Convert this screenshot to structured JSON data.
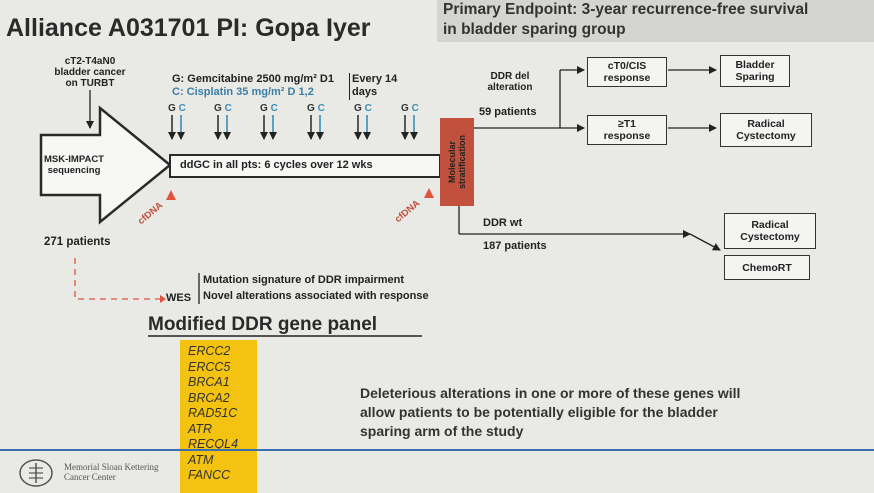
{
  "title": "Alliance A031701 PI: Gopa Iyer",
  "endpoint": {
    "line1": "Primary Endpoint: 3-year recurrence-free survival",
    "line2": "in bladder sparing group"
  },
  "diagram": {
    "eligibility": [
      "cT2-T4aN0",
      "bladder cancer",
      "on TURBT"
    ],
    "msk_impact": [
      "MSK-IMPACT",
      "sequencing"
    ],
    "patients_total": "271 patients",
    "regimen": {
      "g_line": "G: Gemcitabine 2500 mg/m² D1",
      "c_line": "C: Cisplatin 35 mg/m² D 1,2",
      "schedule_1": "Every 14",
      "schedule_2": "days"
    },
    "dose_labels": {
      "g": "G",
      "c": "C"
    },
    "treatment": "ddGC in all pts: 6 cycles over 12 wks",
    "cfdna": "cfDNA",
    "stratification": [
      "Molecular",
      "stratification"
    ],
    "ddr_del": {
      "label_1": "DDR del",
      "label_2": "alteration",
      "patients": "59 patients"
    },
    "ddr_wt": {
      "label": "DDR wt",
      "patients": "187 patients"
    },
    "response_ct0": [
      "cT0/CIS",
      "response"
    ],
    "response_t1": [
      "≥T1",
      "response"
    ],
    "outcome_sparing": [
      "Bladder",
      "Sparing"
    ],
    "outcome_cystectomy_1": [
      "Radical",
      "Cystectomy"
    ],
    "outcome_cystectomy_2": [
      "Radical",
      "Cystectomy"
    ],
    "outcome_chemort": "ChemoRT",
    "wes": "WES",
    "wes_note_1": "Mutation signature of DDR impairment",
    "wes_note_2": "Novel alterations associated with response"
  },
  "panel": {
    "heading": "Modified DDR gene panel",
    "genes": [
      "ERCC2",
      "ERCC5",
      "BRCA1",
      "BRCA2",
      "RAD51C",
      "ATR",
      "RECQL4",
      "ATM",
      "FANCC"
    ]
  },
  "note": [
    "Deleterious alterations in one or more of these genes will",
    "allow patients to be  potentially eligible for the bladder",
    "sparing arm of the study"
  ],
  "footer": {
    "logo_line1": "Memorial Sloan Kettering",
    "logo_line2": "Cancer Center"
  },
  "colors": {
    "cisplatin": "#3a8fb7",
    "stratification": "#c1503c",
    "gene_panel": "#f4c211",
    "footer_line": "#3b6fb0"
  }
}
